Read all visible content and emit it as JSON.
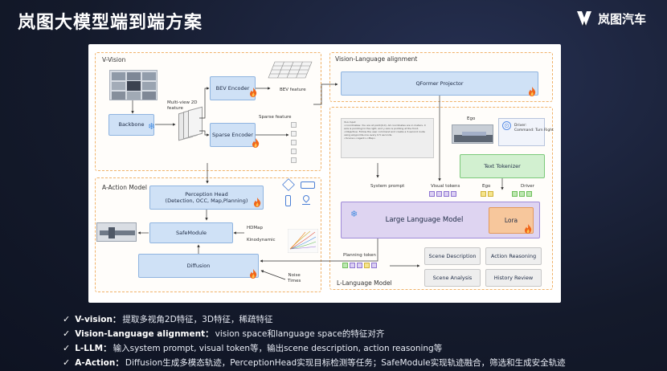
{
  "header": {
    "title": "岚图大模型端到端方案",
    "brand_name": "岚图汽车"
  },
  "diagram": {
    "v_vision": {
      "title": "V-Vision",
      "backbone": "Backbone",
      "multiview_label": "Multi-view 2D feature",
      "bev_encoder": "BEV Encoder",
      "bev_feature": "BEV feature",
      "sparse_encoder": "Sparse Encoder",
      "sparse_feature": "Sparse feature"
    },
    "vl_alignment": {
      "title": "Vision-Language alignment",
      "qformer": "QFormer Projector"
    },
    "l_language": {
      "title": "L-Language Model",
      "vla_input": "VLA Input\n<coordinates: You are at point(0,0). All coordinates are in meters. X axis is pointing to the right, and y axis is pointing at the front.\n<Objective: Follow the user command and create a 3-second route using waypoints,one every 0.5 seconds.\n<Scene><Agent><Map>",
      "ego_label": "Ego",
      "driver_label": "Driver:\nCommand: Turn Right",
      "text_tokenizer": "Text Tokenizer",
      "system_prompt": "System prompt",
      "visual_tokens": "Visual tokens",
      "ego_tokens": "Ego",
      "driver_tokens": "Driver",
      "llm": "Large Language Model",
      "lora": "Lora",
      "planning_token": "Planning token",
      "outputs": [
        "Scene Description",
        "Action Reasoning",
        "Scene Analysis",
        "History Review"
      ]
    },
    "a_action": {
      "title": "A-Action Model",
      "perception_head": "Perception Head\n(Detection, OCC, Map,Planning)",
      "safe_module": "SafeModule",
      "hdmap": "HDMap",
      "kinodynamic": "Kinodynamic",
      "diffusion": "Diffusion",
      "noise_times": "Noise\nTimes"
    },
    "colors": {
      "region_border": "#f0b26a",
      "blue_box": "#cfe1f6",
      "purple_box": "#ded4f1",
      "green_box": "#d2f0d0",
      "orange_box": "#f7c79c",
      "flame": "#f0651a",
      "snowflake": "#4a8fe0"
    }
  },
  "bullets": [
    {
      "key": "V-vision：",
      "text": "提取多视角2D特征，3D特征，稀疏特征"
    },
    {
      "key": "Vision-Language alignment：",
      "text": "vision space和language space的特征对齐"
    },
    {
      "key": "L-LLM：",
      "text": "输入system prompt, visual token等，输出scene description, action reasoning等"
    },
    {
      "key": "A-Action：",
      "text": "Diffusion生成多模态轨迹，PerceptionHead实现目标检测等任务；SafeModule实现轨迹融合，筛选和生成安全轨迹"
    }
  ]
}
